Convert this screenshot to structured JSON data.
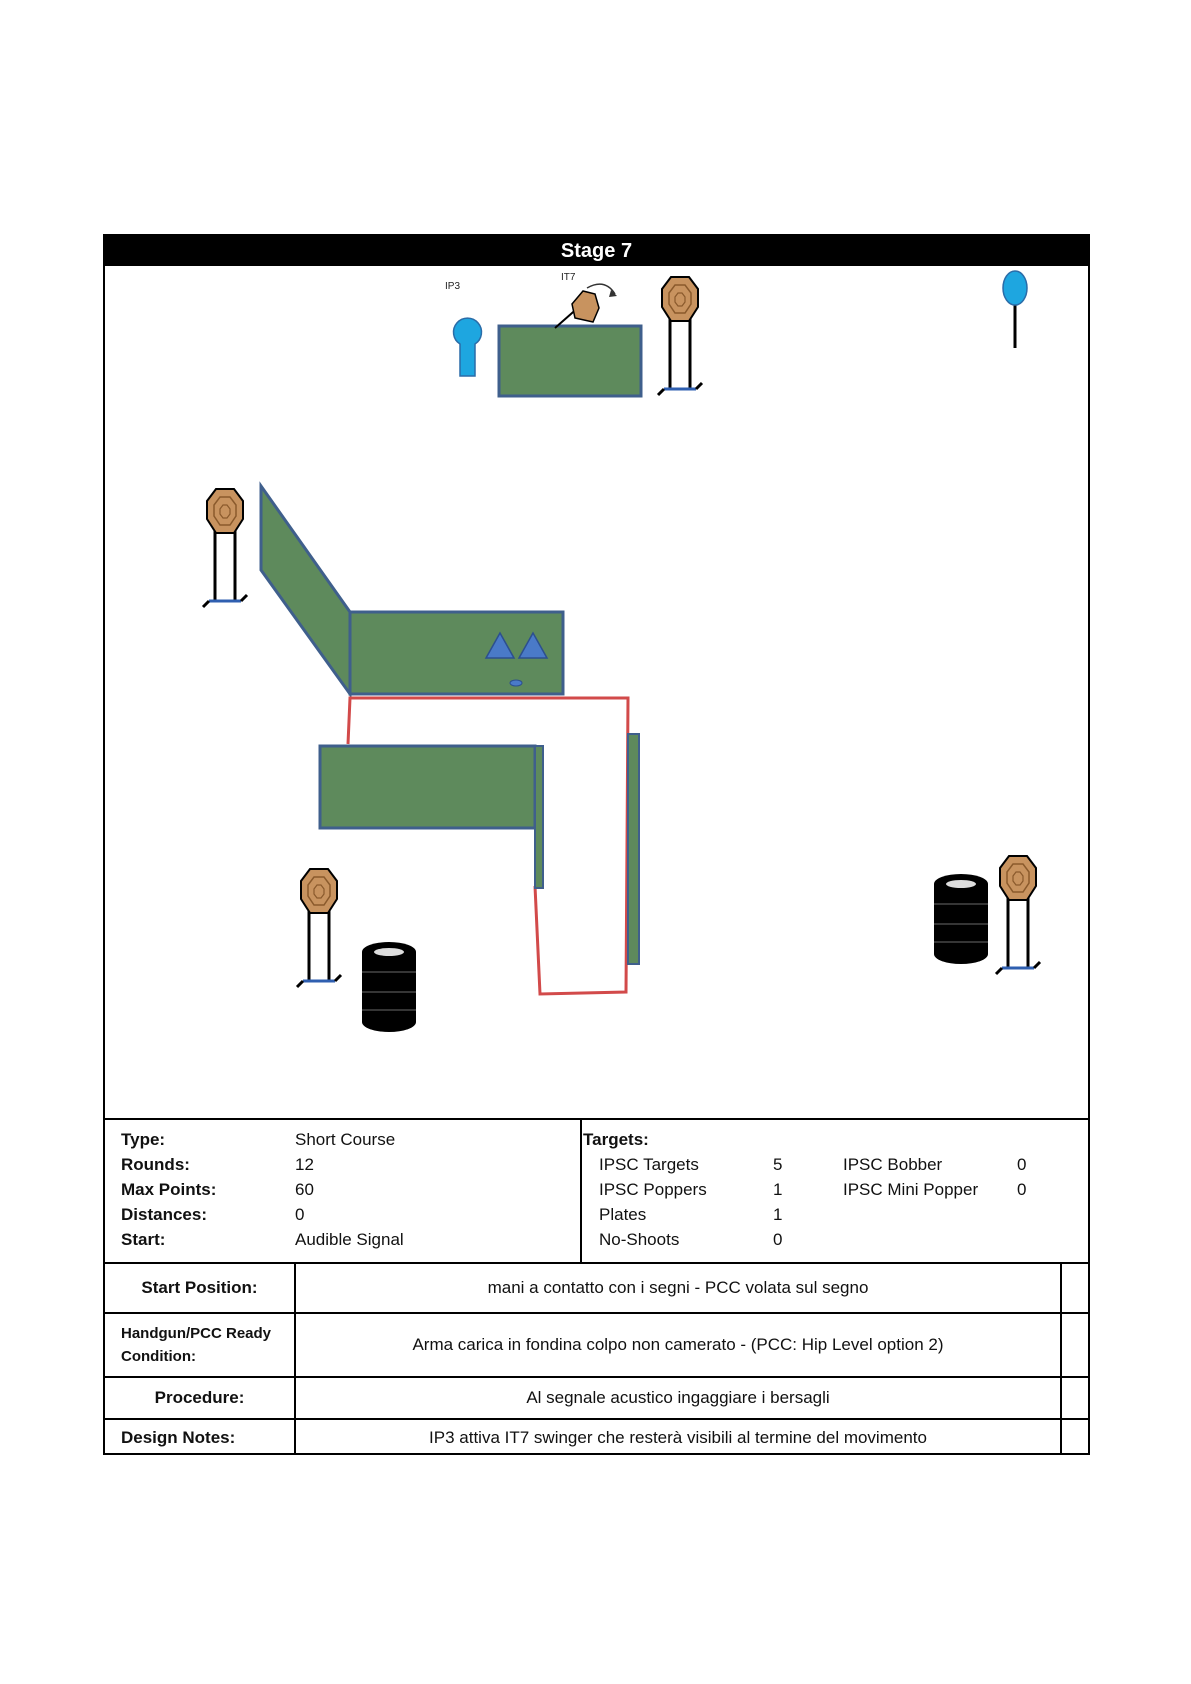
{
  "stage": {
    "title": "Stage 7"
  },
  "diagram": {
    "labels": {
      "ip3": "IP3",
      "it7": "IT7"
    },
    "icons": [
      "ipsc-target-icon",
      "popper-icon",
      "plate-icon",
      "swinger-icon",
      "barrel-stack-icon",
      "wall-panel",
      "start-box"
    ],
    "colors": {
      "wall": "#5e8a5c",
      "wall_border": "#3f5f8c",
      "start_box": "#d24a4a",
      "target": "#c8935f",
      "popper": "#1ea6e0"
    }
  },
  "info": {
    "type_label": "Type:",
    "type_value": "Short Course",
    "rounds_label": "Rounds:",
    "rounds_value": "12",
    "maxpoints_label": "Max Points:",
    "maxpoints_value": "60",
    "distances_label": "Distances:",
    "distances_value": "0",
    "start_label": "Start:",
    "start_value": "Audible Signal",
    "targets_label": "Targets:",
    "targets": [
      {
        "label": "IPSC Targets",
        "value": "5"
      },
      {
        "label": "IPSC Poppers",
        "value": "1"
      },
      {
        "label": "Plates",
        "value": "1"
      },
      {
        "label": "No-Shoots",
        "value": "0"
      }
    ],
    "targets_right": [
      {
        "label": "IPSC Bobber",
        "value": "0"
      },
      {
        "label": "IPSC Mini Popper",
        "value": "0"
      }
    ]
  },
  "details": {
    "start_position": {
      "label": "Start Position:",
      "value": "mani a contatto con i segni - PCC volata sul segno"
    },
    "ready_condition": {
      "label_line1": "Handgun/PCC Ready",
      "label_line2": "Condition:",
      "value": "Arma carica in fondina colpo non camerato  - (PCC: Hip Level option 2)"
    },
    "procedure": {
      "label": "Procedure:",
      "value": "Al segnale acustico ingaggiare i bersagli"
    },
    "design_notes": {
      "label": "Design Notes:",
      "value": "IP3 attiva IT7 swinger che resterà visibili al termine del movimento"
    }
  }
}
